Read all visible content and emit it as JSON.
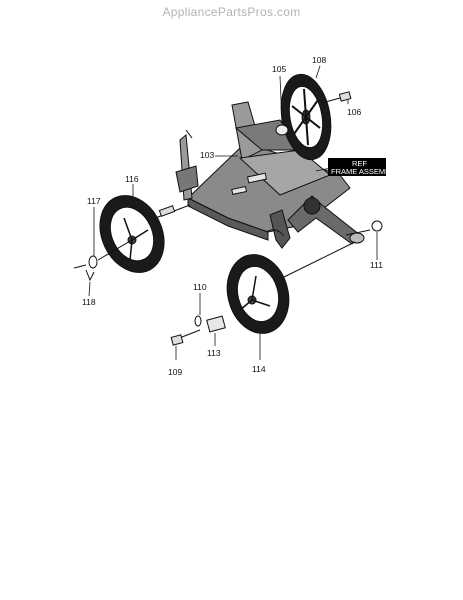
{
  "site": {
    "watermark": "AppliancePartsPros.com"
  },
  "callouts": {
    "c103": "103",
    "c105": "105",
    "c106": "106",
    "c108": "108",
    "c109": "109",
    "c110": "110",
    "c111": "111",
    "c113": "113",
    "c114": "114",
    "c116": "116",
    "c117": "117",
    "c118": "118"
  },
  "ref_box": {
    "line1": "REF",
    "line2": "FRAME ASSEMB"
  },
  "colors": {
    "line": "#111111",
    "frame_fill": "#8a8a8a",
    "tire_fill": "#1a1a1a",
    "ref_bg": "#000000"
  }
}
